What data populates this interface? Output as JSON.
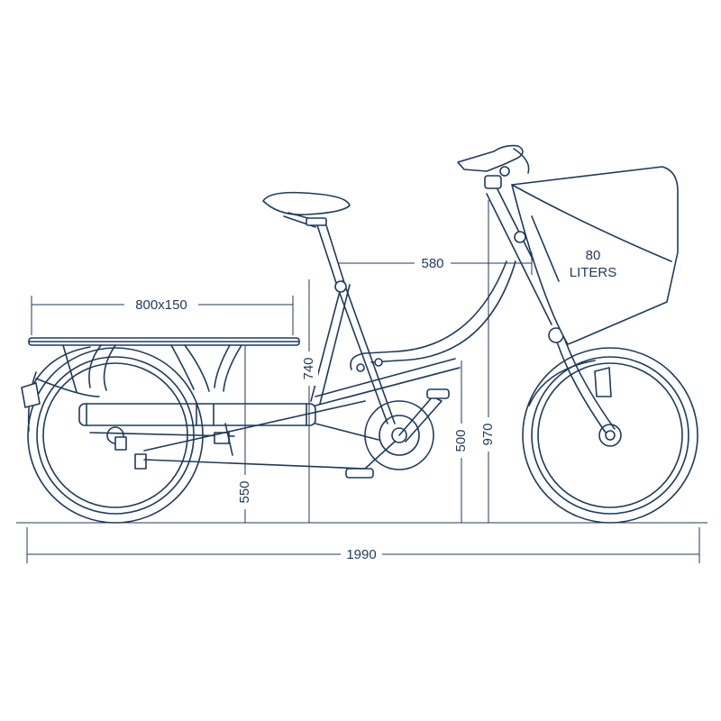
{
  "colors": {
    "line": "#1f3a5c",
    "background": "#ffffff"
  },
  "dimensions": {
    "rack_size": "800x150",
    "seat_to_handlebar": "580",
    "seat_height": "740",
    "rack_height": "550",
    "step_height": "500",
    "handlebar_height": "970",
    "total_length": "1990"
  },
  "basket": {
    "volume_value": "80",
    "volume_unit": "LITERS"
  }
}
